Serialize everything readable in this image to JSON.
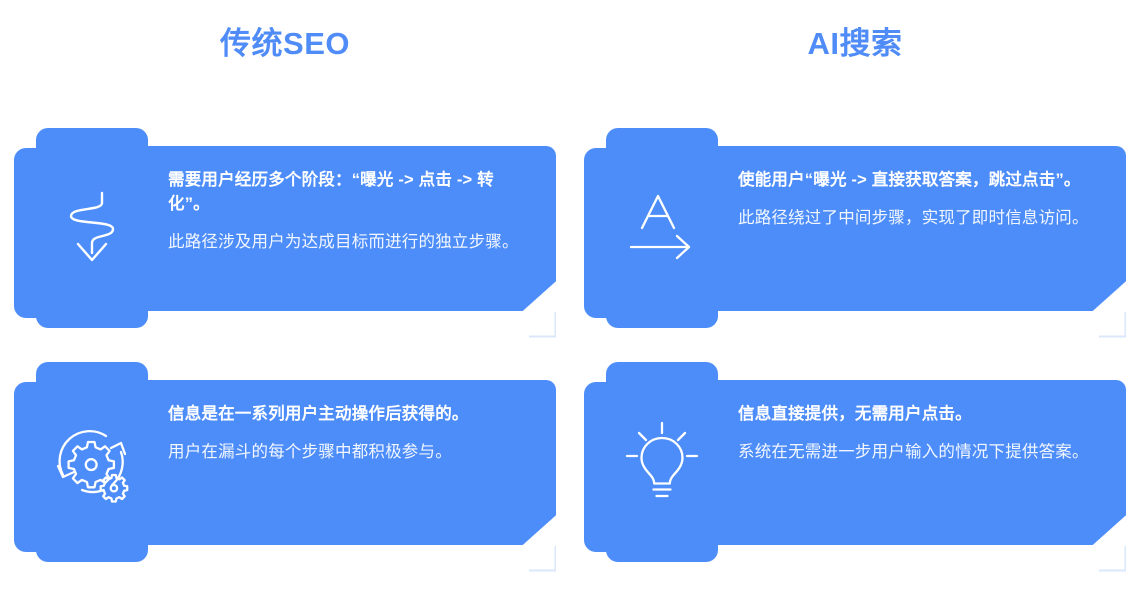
{
  "columns": [
    {
      "title": "传统SEO",
      "cards": [
        {
          "icon": "squiggly-down-arrow-icon",
          "heading": "需要用户经历多个阶段：“曝光 -> 点击 -> 转化”。",
          "body": "此路径涉及用户为达成目标而进行的独立步骤。"
        },
        {
          "icon": "gears-refresh-icon",
          "heading": "信息是在一系列用户主动操作后获得的。",
          "body": "用户在漏斗的每个步骤中都积极参与。"
        }
      ]
    },
    {
      "title": "AI搜索",
      "cards": [
        {
          "icon": "letter-a-arrow-icon",
          "heading": "使能用户“曝光 -> 直接获取答案，跳过点击”。",
          "body": "此路径绕过了中间步骤，实现了即时信息访问。"
        },
        {
          "icon": "lightbulb-icon",
          "heading": "信息直接提供，无需用户点击。",
          "body": "系统在无需进一步用户输入的情况下提供答案。"
        }
      ]
    }
  ],
  "colors": {
    "card_blue": "#4d8dfa",
    "title_blue": "#4f8cf7",
    "icon_stroke": "#ffffff",
    "background": "#ffffff"
  }
}
